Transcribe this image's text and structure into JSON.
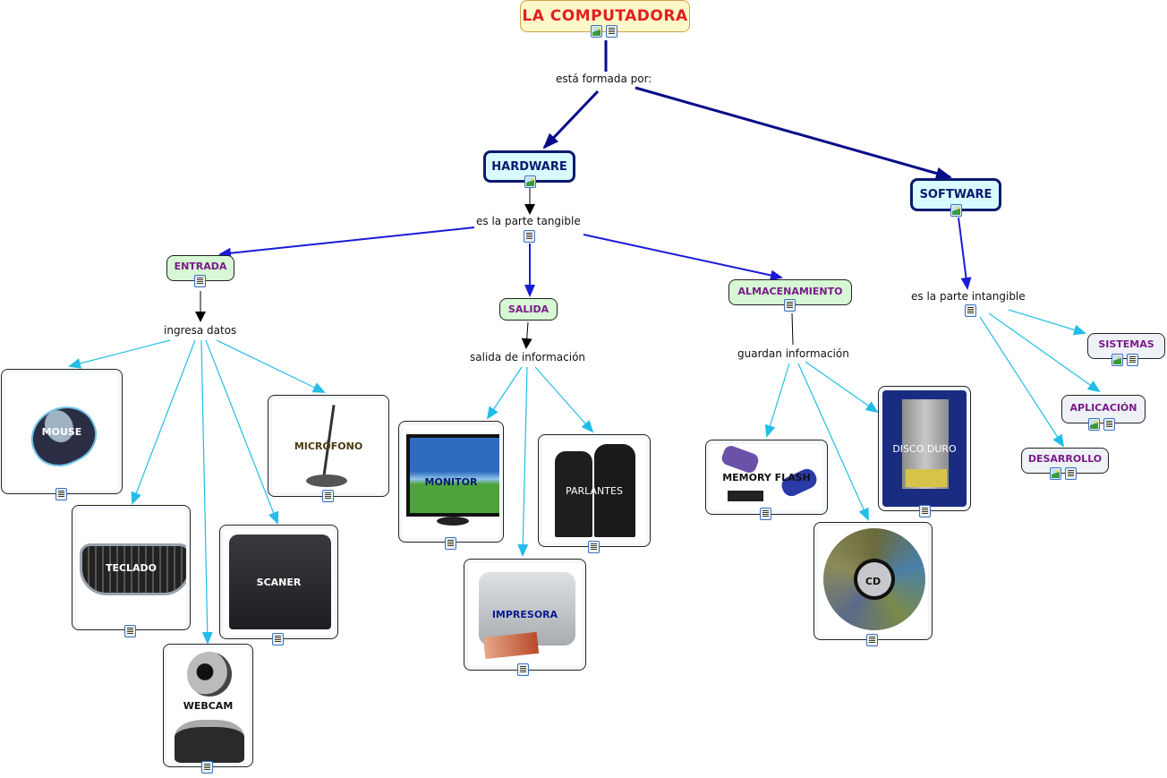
{
  "title": "LA COMPUTADORA",
  "linking_phrases": {
    "root": "está formada por:",
    "hardware": "es la parte tangible",
    "software": "es la parte intangible",
    "entrada": "ingresa datos",
    "salida": "salida de información",
    "almacenamiento": "guardan información"
  },
  "concepts": {
    "hardware": "HARDWARE",
    "software": "SOFTWARE",
    "entrada": "ENTRADA",
    "salida": "SALIDA",
    "almacenamiento": "ALMACENAMIENTO",
    "sistemas": "SISTEMAS",
    "aplicacion": "APLICACIÓN",
    "desarrollo": "DESARROLLO"
  },
  "devices": {
    "mouse": "MOUSE",
    "teclado": "TECLADO",
    "webcam": "WEBCAM",
    "scaner": "SCANER",
    "microfono": "MICRÓFONO",
    "monitor": "MONITOR",
    "parlantes": "PARLANTES",
    "impresora": "IMPRESORA",
    "memory_flash": "MEMORY FLASH",
    "disco_duro": "DISCO DURO",
    "cd": "CD"
  },
  "colors": {
    "root_text": "#e02020",
    "main_border": "#0a1a6e",
    "strong_link": "#0a0a8a",
    "blue_link": "#1a1ad8",
    "cyan_link": "#22bde8",
    "concept_text": "#7a1a8a"
  }
}
